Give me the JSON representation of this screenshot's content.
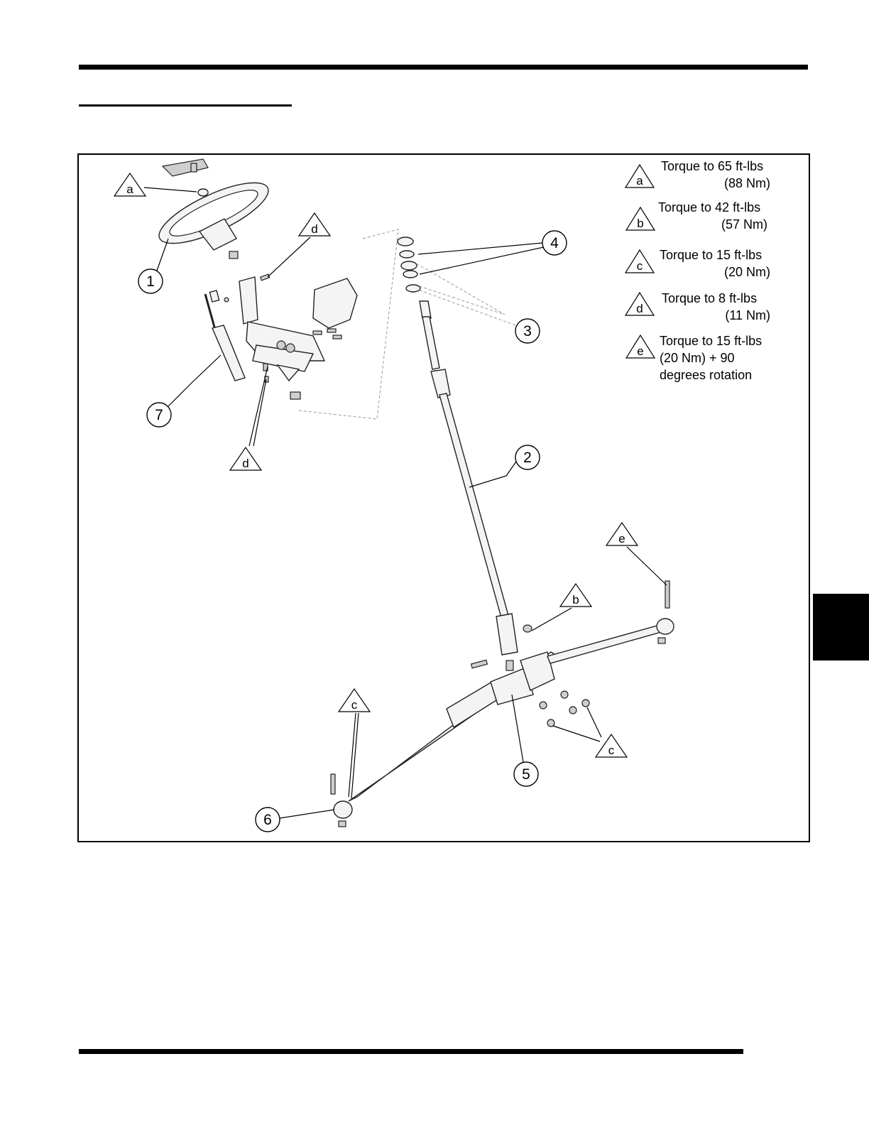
{
  "legend": [
    {
      "letter": "a",
      "lines": [
        "Torque to 65 ft-lbs",
        "(88 Nm)"
      ]
    },
    {
      "letter": "b",
      "lines": [
        "Torque to 42 ft-lbs",
        "(57 Nm)"
      ]
    },
    {
      "letter": "c",
      "lines": [
        "Torque to 15 ft-lbs",
        "(20 Nm)"
      ]
    },
    {
      "letter": "d",
      "lines": [
        "Torque to 8 ft-lbs",
        "(11 Nm)"
      ]
    },
    {
      "letter": "e",
      "lines": [
        "Torque to 15 ft-lbs",
        "(20 Nm) + 90",
        "degrees rotation"
      ]
    }
  ],
  "callouts": {
    "n1": "1",
    "n2": "2",
    "n3": "3",
    "n4": "4",
    "n5": "5",
    "n6": "6",
    "n7": "7",
    "ta": "a",
    "tb": "b",
    "tc": "c",
    "td": "d",
    "te": "e"
  }
}
